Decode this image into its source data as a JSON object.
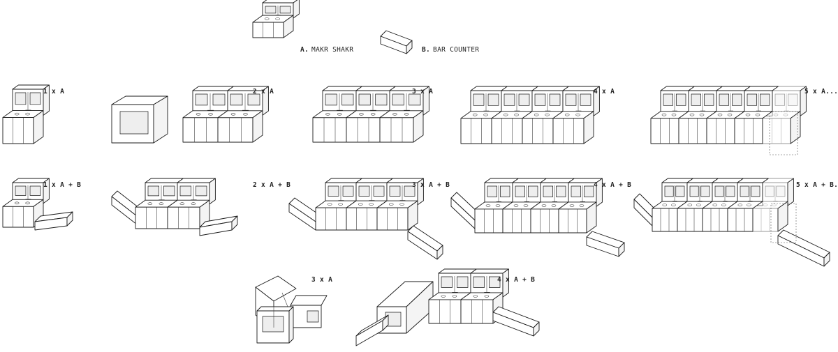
{
  "legend": {
    "a": {
      "letter": "A.",
      "name": "MAKR SHAKR"
    },
    "b": {
      "letter": "B.",
      "name": "BAR COUNTER"
    }
  },
  "labels": {
    "r1": [
      "1 x A",
      "2 x A",
      "3 x A",
      "4 x A",
      "5 x A..."
    ],
    "r2": [
      "1 x A + B",
      "2 x A + B",
      "3 x A + B",
      "4 x A + B",
      "5 x A + B..."
    ],
    "r3": [
      "3 x A",
      "4 x A + B"
    ]
  }
}
